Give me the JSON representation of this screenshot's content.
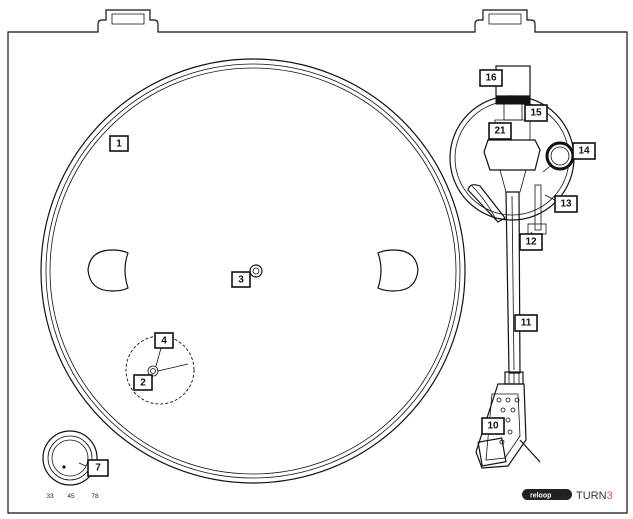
{
  "callouts": [
    {
      "id": "1",
      "label": "1"
    },
    {
      "id": "2",
      "label": "2"
    },
    {
      "id": "3",
      "label": "3"
    },
    {
      "id": "4",
      "label": "4"
    },
    {
      "id": "7",
      "label": "7"
    },
    {
      "id": "10",
      "label": "10"
    },
    {
      "id": "11",
      "label": "11"
    },
    {
      "id": "12",
      "label": "12"
    },
    {
      "id": "13",
      "label": "13"
    },
    {
      "id": "14",
      "label": "14"
    },
    {
      "id": "15",
      "label": "15"
    },
    {
      "id": "16",
      "label": "16"
    },
    {
      "id": "21",
      "label": "21"
    }
  ],
  "speed_labels": [
    "33",
    "45",
    "78"
  ],
  "brand": {
    "logo_text": "reloop",
    "model_text": "TURN3",
    "model_prefix": "TURN",
    "model_suffix": "3",
    "accent_color": "#d9534f"
  }
}
